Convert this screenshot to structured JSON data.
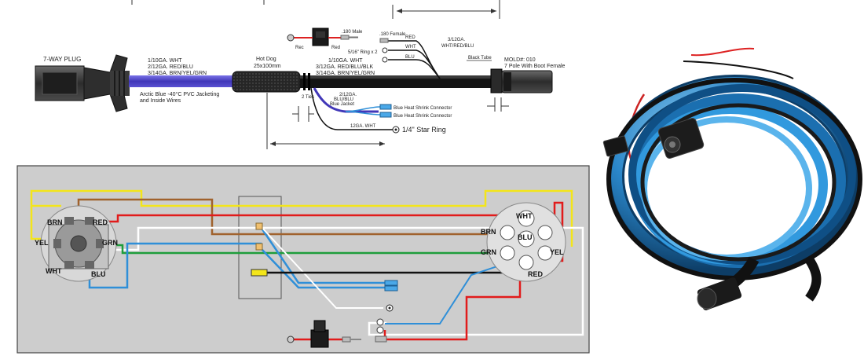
{
  "cable_spec": {
    "plug_title": "7-WAY PLUG",
    "main_wires": [
      "1/10GA. WHT",
      "2/12GA. RED/BLU",
      "3/14GA. BRN/YEL/GRN"
    ],
    "jacket_note_1": "Arctic Blue -40°C PVC Jacketing",
    "jacket_note_2": "and Inside Wires",
    "hotdog_title": "Hot Dog",
    "hotdog_size": "25x100mm",
    "out_wires": [
      "1/10GA. WHT",
      "3/12GA. RED/BLU/BLK",
      "3/14GA. BRN/YEL/GRN"
    ],
    "fuse_rec": "Rec",
    "fuse_red": "Red",
    "fuse_male": ".180 Male",
    "female_label": ".180 Female",
    "red_label": "RED",
    "wht_label": "WHT",
    "blu_label": "BLU",
    "ring_label": "5/16\" Ring x 2",
    "gauge_3_12": "3/12GA.",
    "wht_red_blu": "WHT/RED/BLU",
    "black_tube": "Black Tube",
    "mold": "MOLD#: 010",
    "mold_desc": "7 Pole With Boot Female",
    "ties": "2 Ties",
    "jacket_gauge": "2/12GA.",
    "jacket_colors": "BLU/BLU",
    "blue_jacket": "Blue Jacket",
    "heat_shrink_1": "Blue Heat Shrink Connector",
    "heat_shrink_2": "Blue Heat Shrink Connector",
    "star_gauge": "12GA. WHT",
    "star_ring": "1/4\" Star Ring"
  },
  "wiring": {
    "left_pins": {
      "brn": "BRN",
      "red": "RED",
      "yel": "YEL",
      "grn": "GRN",
      "wht": "WHT",
      "blu": "BLU"
    },
    "right_pins": {
      "wht": "WHT",
      "blu": "BLU",
      "brn": "BRN",
      "grn": "GRN",
      "yel": "YEL",
      "red": "RED"
    }
  },
  "colors": {
    "brown": "#a0622d",
    "red": "#e11b1b",
    "yellow": "#f3e51a",
    "green": "#1e9d3b",
    "blue": "#2f8fd8",
    "white": "#ffffff",
    "black": "#111111",
    "jacket": "#4a3fc4",
    "panel": "#cdcdcd"
  }
}
